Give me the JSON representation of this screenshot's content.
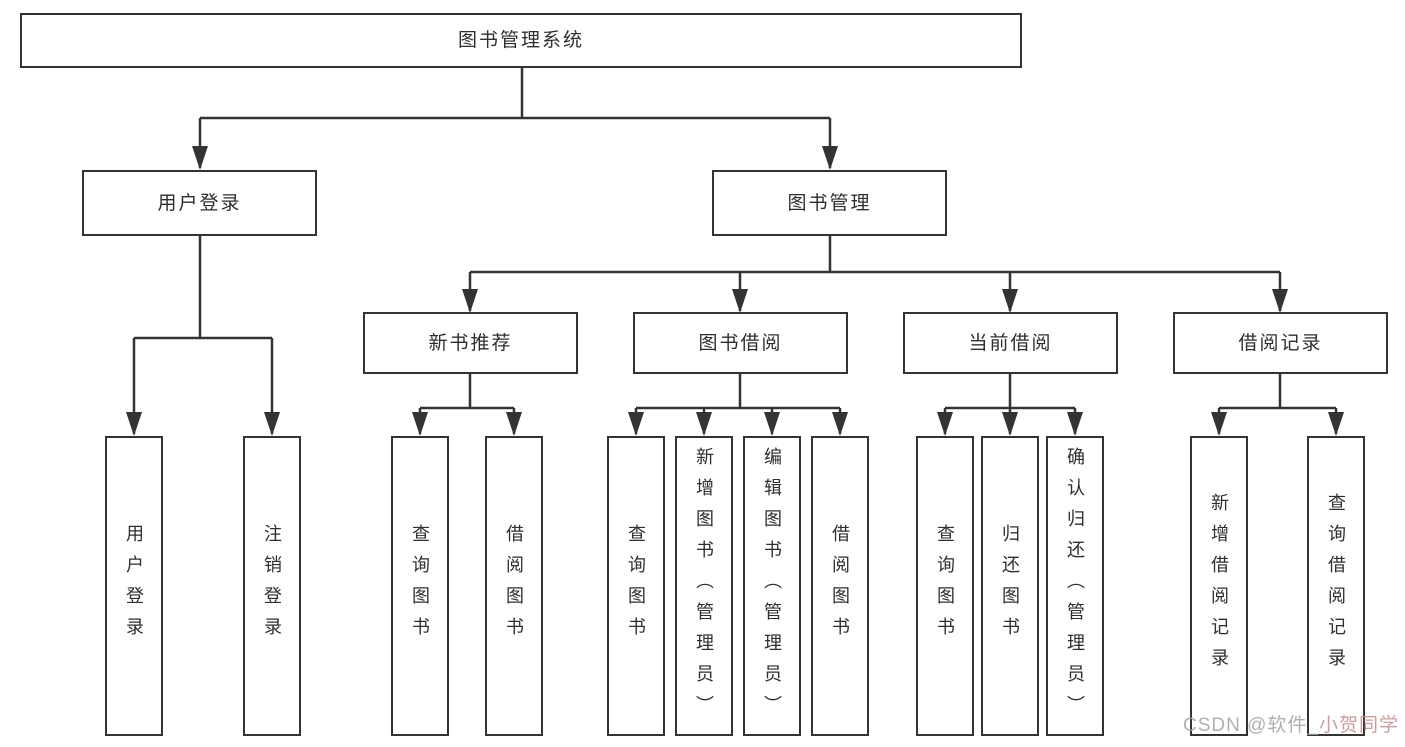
{
  "tree": {
    "root": "图书管理系统",
    "children": [
      {
        "label": "用户登录",
        "children": [
          "用户登录",
          "注销登录"
        ]
      },
      {
        "label": "图书管理",
        "children": [
          {
            "label": "新书推荐",
            "children": [
              "查询图书",
              "借阅图书"
            ]
          },
          {
            "label": "图书借阅",
            "children": [
              "查询图书",
              "新增图书（管理员）",
              "编辑图书（管理员）",
              "借阅图书"
            ]
          },
          {
            "label": "当前借阅",
            "children": [
              "查询图书",
              "归还图书",
              "确认归还（管理员）"
            ]
          },
          {
            "label": "借阅记录",
            "children": [
              "新增借阅记录",
              "查询借阅记录"
            ]
          }
        ]
      }
    ]
  },
  "watermark": {
    "prefix": "CSDN @软件_",
    "suffix": "小贺同学"
  },
  "colors": {
    "line": "#333333",
    "box_border": "#333333",
    "text": "#2e2e2e",
    "watermark_gray": "#a3a3a3",
    "watermark_red": "#c08e8e"
  }
}
